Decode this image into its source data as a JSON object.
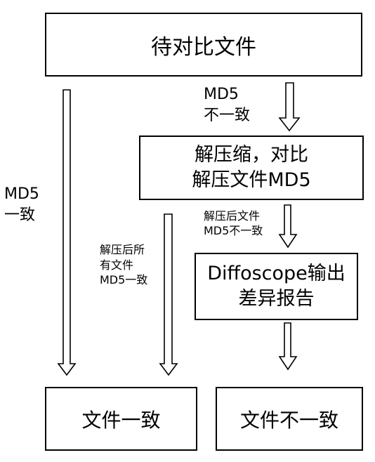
{
  "nodes": {
    "source": {
      "text": "待对比文件"
    },
    "unzip": {
      "lines": [
        "解压缩，对比",
        "解压文件MD5"
      ]
    },
    "diffoscope": {
      "lines": [
        "Diffoscope输出",
        "差异报告"
      ]
    },
    "consistent": {
      "text": "文件一致"
    },
    "inconsistent": {
      "text": "文件不一致"
    }
  },
  "edges": {
    "md5_mismatch": {
      "lines": [
        "MD5",
        "不一致"
      ]
    },
    "md5_match": {
      "lines": [
        "MD5",
        "一致"
      ]
    },
    "unzipped_mismatch": {
      "lines": [
        "解压后文件",
        "MD5不一致"
      ]
    },
    "unzipped_all_match": {
      "lines": [
        "解压后所",
        "有文件",
        "MD5一致"
      ]
    }
  }
}
